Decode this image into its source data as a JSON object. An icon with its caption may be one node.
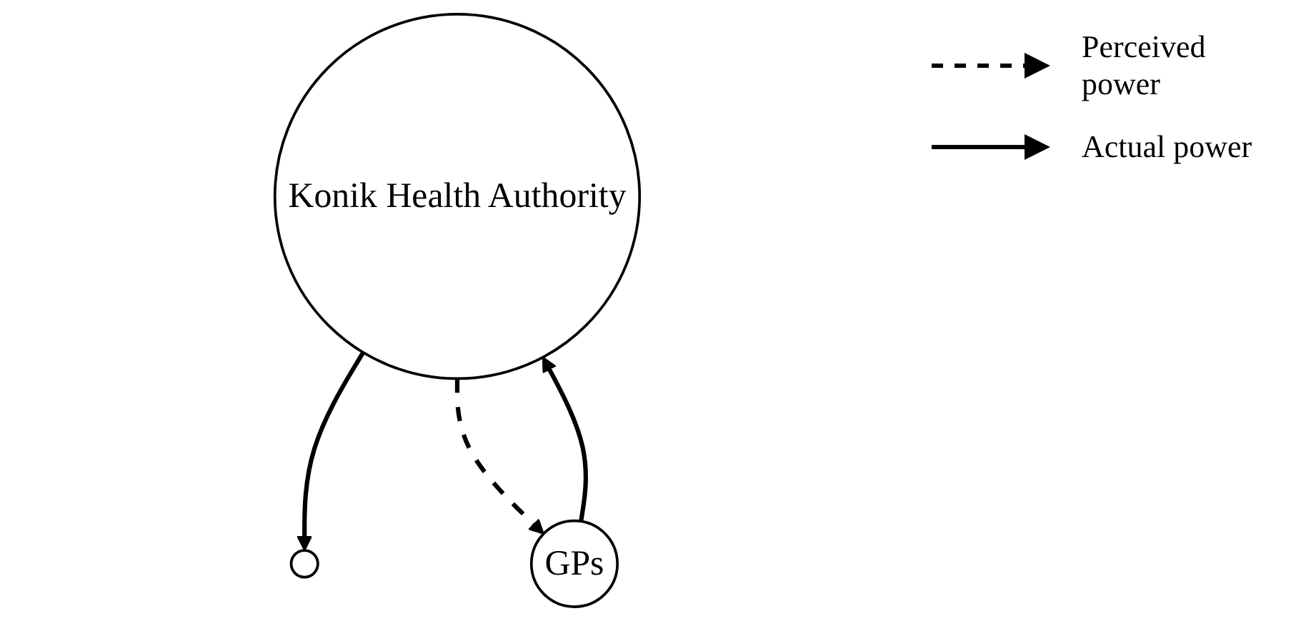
{
  "diagram": {
    "nodes": [
      {
        "text": [
          "Konik Health Authority"
        ]
      },
      {
        "text": [],
        "shape": "circle"
      },
      {
        "text": [
          "GPs"
        ]
      }
    ],
    "edges": [
      {
        "from": 0,
        "to": 1,
        "arrow": "to"
      },
      {
        "from": 0,
        "to": 2,
        "arrow": "to",
        "style": "dashed"
      },
      {
        "from": 2,
        "to": 0,
        "arrow": "to"
      }
    ],
    "legend": [
      {
        "text": "Perceived power"
      },
      {
        "text": "Actual power"
      }
    ]
  }
}
